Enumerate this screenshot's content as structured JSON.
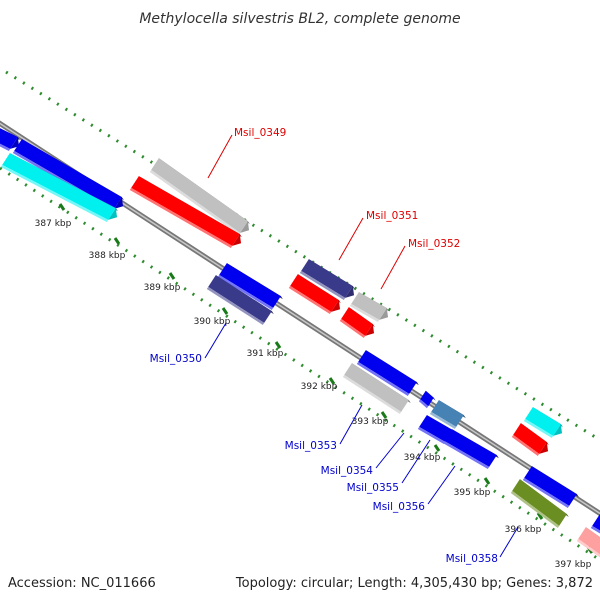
{
  "title": "Methylocella silvestris BL2, complete genome",
  "footer": {
    "accession": "Accession: NC_011666",
    "summary": "Topology: circular; Length: 4,305,430 bp; Genes: 3,872"
  },
  "colors": {
    "backbone": "#888888",
    "tick": "#2e8b2e",
    "label_forward": "#dd0000",
    "label_reverse": "#0000cc",
    "leader_forward": "#dd0000",
    "leader_reverse": "#0000cc"
  },
  "kbp_ticks": [
    "387 kbp",
    "388 kbp",
    "389 kbp",
    "390 kbp",
    "391 kbp",
    "392 kbp",
    "393 kbp",
    "394 kbp",
    "395 kbp",
    "396 kbp",
    "397 kbp"
  ],
  "genes": [
    {
      "id": "g0",
      "label": "",
      "strand": "plus",
      "color": "#0000ee"
    },
    {
      "id": "g1",
      "label": "",
      "strand": "plus",
      "color": "#0000ee"
    },
    {
      "id": "g2",
      "label": "",
      "strand": "plus",
      "color": "#00f0f0"
    },
    {
      "id": "g3",
      "label": "Msil_0349",
      "strand": "plus",
      "color": "#c0c0c0"
    },
    {
      "id": "g4",
      "label": "",
      "strand": "plus",
      "color": "#ff0000"
    },
    {
      "id": "g5",
      "label": "Msil_0350",
      "strand": "minus",
      "color": "#0000ee"
    },
    {
      "id": "g6",
      "label": "",
      "strand": "minus",
      "color": "#3a3a8a"
    },
    {
      "id": "g7",
      "label": "Msil_0351",
      "strand": "plus",
      "color": "#3a3a8a"
    },
    {
      "id": "g8",
      "label": "",
      "strand": "plus",
      "color": "#ff0000"
    },
    {
      "id": "g9",
      "label": "Msil_0352",
      "strand": "plus",
      "color": "#c0c0c0"
    },
    {
      "id": "g10",
      "label": "",
      "strand": "plus",
      "color": "#ff0000"
    },
    {
      "id": "g11",
      "label": "",
      "strand": "minus",
      "color": "#0000ee"
    },
    {
      "id": "g12",
      "label": "Msil_0353",
      "strand": "minus",
      "color": "#c0c0c0"
    },
    {
      "id": "g13",
      "label": "Msil_0354",
      "strand": "minus",
      "color": "#0000ee"
    },
    {
      "id": "g14",
      "label": "Msil_0355",
      "strand": "minus",
      "color": "#4682b4"
    },
    {
      "id": "g15",
      "label": "",
      "strand": "minus",
      "color": "#0000ee"
    },
    {
      "id": "g16",
      "label": "Msil_0356",
      "strand": "minus",
      "color": "#0000ee"
    },
    {
      "id": "g17",
      "label": "",
      "strand": "plus",
      "color": "#00f0f0"
    },
    {
      "id": "g18",
      "label": "",
      "strand": "plus",
      "color": "#ff0000"
    },
    {
      "id": "g19",
      "label": "",
      "strand": "minus",
      "color": "#0000ee"
    },
    {
      "id": "g20",
      "label": "Msil_0358",
      "strand": "minus",
      "color": "#6b8e23"
    },
    {
      "id": "g21",
      "label": "",
      "strand": "minus",
      "color": "#0000ee"
    },
    {
      "id": "g22",
      "label": "",
      "strand": "minus",
      "color": "#ffa0a0"
    }
  ]
}
